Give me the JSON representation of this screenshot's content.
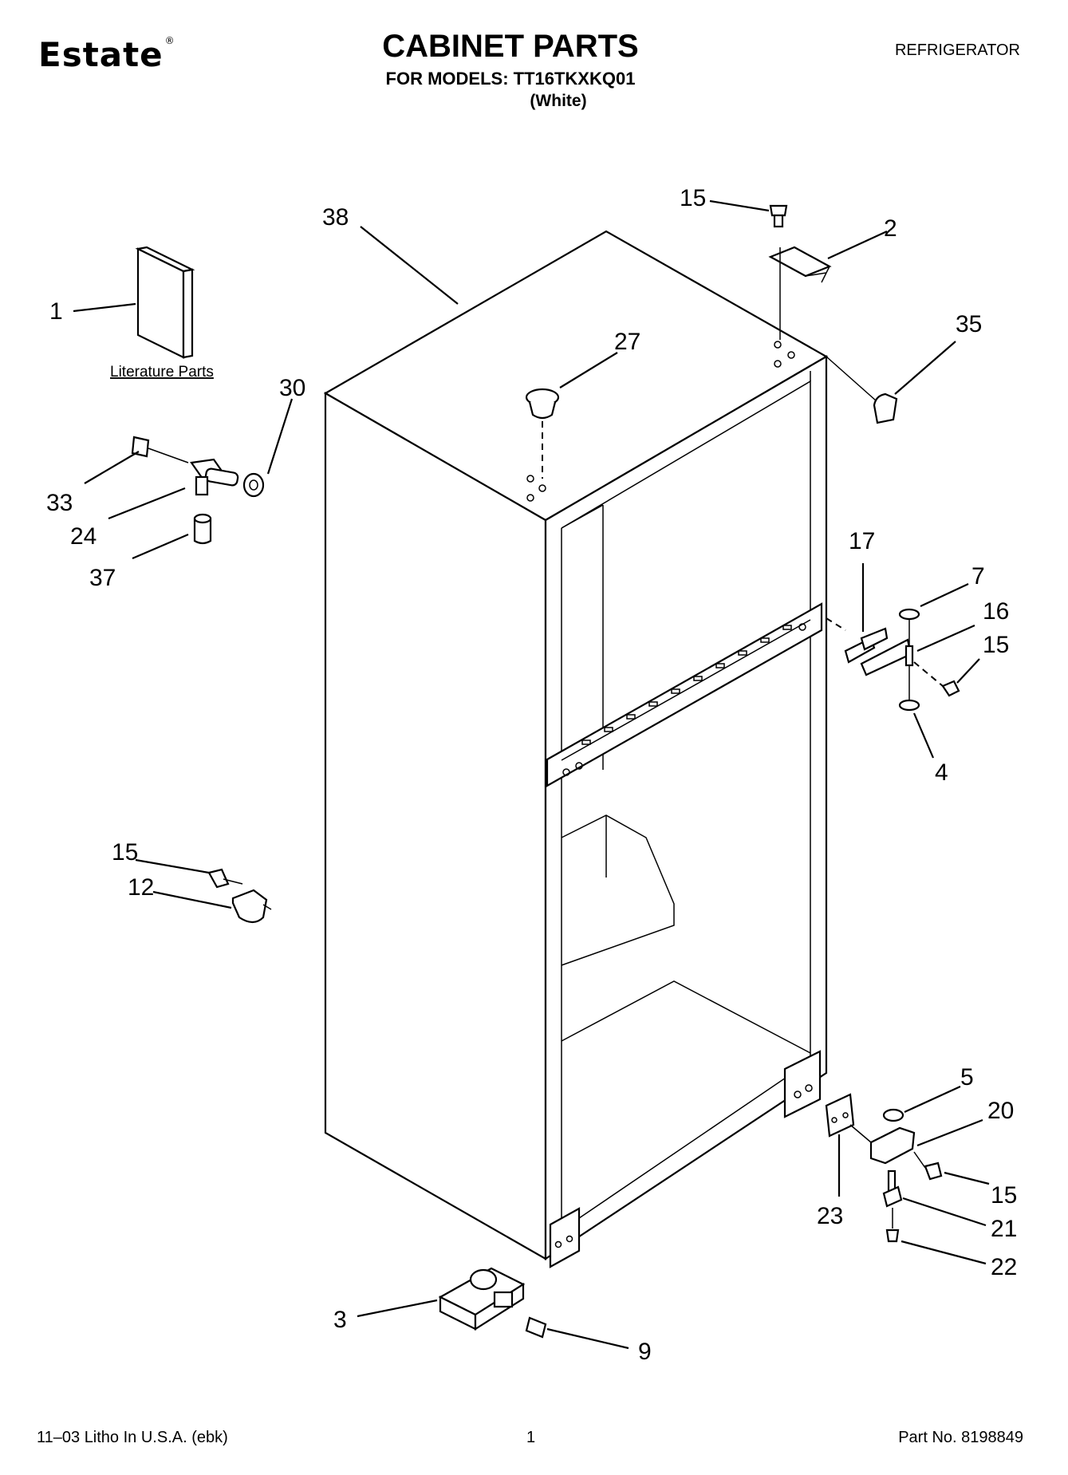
{
  "header": {
    "brand": "Estate",
    "brand_mark": "®",
    "title": "CABINET PARTS",
    "models_line": "FOR MODELS: TT16TKXKQ01",
    "color_line": "(White)",
    "product": "REFRIGERATOR"
  },
  "literature_label": "Literature Parts",
  "callouts": {
    "c1": "1",
    "c2": "2",
    "c3": "3",
    "c4": "4",
    "c5": "5",
    "c7": "7",
    "c9": "9",
    "c12": "12",
    "c15a": "15",
    "c15b": "15",
    "c15c": "15",
    "c15d": "15",
    "c16": "16",
    "c17": "17",
    "c20": "20",
    "c21": "21",
    "c22": "22",
    "c23": "23",
    "c24": "24",
    "c27": "27",
    "c30": "30",
    "c33": "33",
    "c35": "35",
    "c37": "37",
    "c38": "38"
  },
  "footer": {
    "litho": "11–03 Litho In U.S.A. (ebk)",
    "page": "1",
    "part_no": "Part No. 8198849"
  }
}
